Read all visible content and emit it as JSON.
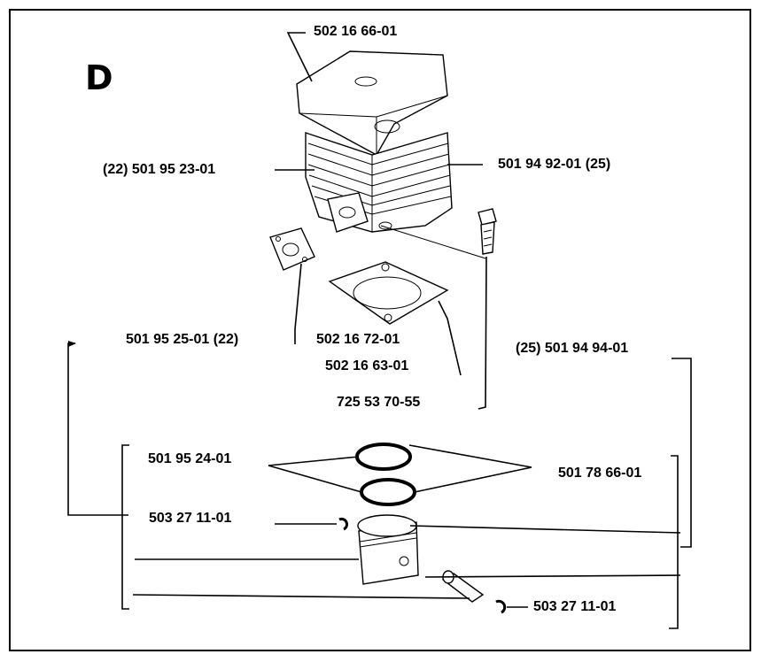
{
  "section": "D",
  "parts": {
    "cover": "502 16 66-01",
    "cylinder": "(22) 501 95 23-01",
    "cylinder_alt": "501 94 92-01 (25)",
    "gasket_small": "501 95 25-01 (22)",
    "gasket_base_a": "502 16 72-01",
    "gasket_base_b": "502 16 63-01",
    "bolt": "725 53 70-55",
    "kit_right": "(25) 501 94 94-01",
    "kit_left": "501 95 24-01",
    "rings": "501 78 66-01",
    "circlip_top": "503 27 11-01",
    "circlip_bottom": "503 27 11-01"
  }
}
